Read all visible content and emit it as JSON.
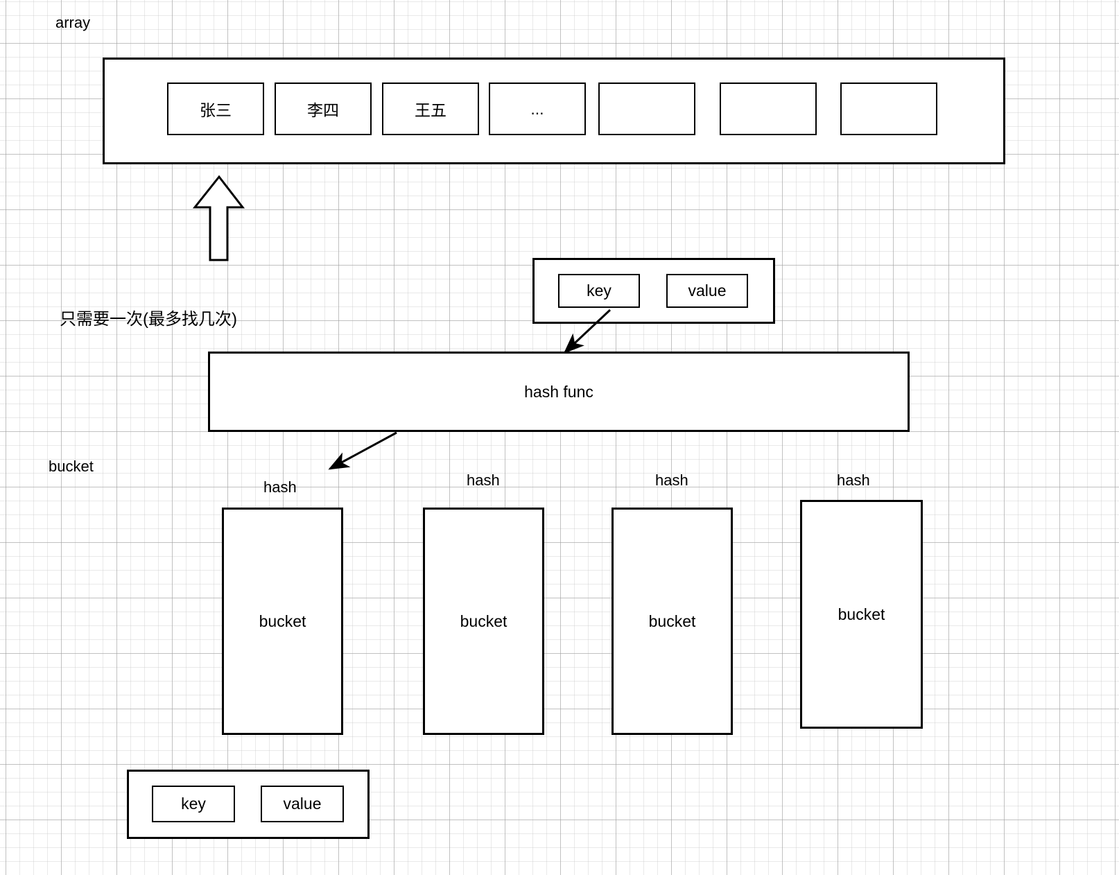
{
  "diagram": {
    "title_labels": {
      "array": "array",
      "bucket_side": "bucket",
      "note_cn": "只需要一次(最多找几次)"
    },
    "array_section": {
      "label": "array",
      "cells": [
        {
          "text": "张三"
        },
        {
          "text": "李四"
        },
        {
          "text": "王五"
        },
        {
          "text": "..."
        },
        {
          "text": ""
        },
        {
          "text": ""
        },
        {
          "text": ""
        }
      ]
    },
    "kv_top": {
      "key_label": "key",
      "value_label": "value"
    },
    "hash_func": {
      "label": "hash func"
    },
    "buckets": {
      "side_label": "bucket",
      "items": [
        {
          "hash_label": "hash",
          "bucket_label": "bucket"
        },
        {
          "hash_label": "hash",
          "bucket_label": "bucket"
        },
        {
          "hash_label": "hash",
          "bucket_label": "bucket"
        },
        {
          "hash_label": "hash",
          "bucket_label": "bucket"
        }
      ]
    },
    "kv_bottom": {
      "key_label": "key",
      "value_label": "value"
    },
    "colors": {
      "stroke": "#000000",
      "background": "#ffffff",
      "grid_minor": "#c8c8c8",
      "grid_major": "#a0a0a0"
    }
  }
}
